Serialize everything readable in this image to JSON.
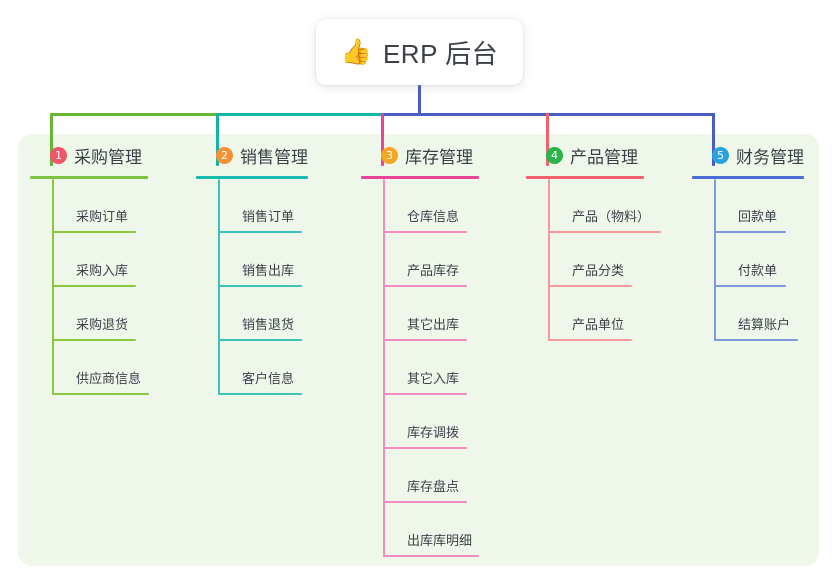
{
  "root": {
    "icon": "thumbs-up-emoji",
    "emoji": "👍",
    "title": "ERP 后台"
  },
  "panel": {
    "background_color": "#eef7ea"
  },
  "connectors": {
    "root_stem_color": "#4a5bc4",
    "bus_segment_colors": [
      "#63b733",
      "#12b5a5",
      "#4a5bc4"
    ],
    "drop_colors": [
      "#63b733",
      "#12b5a5",
      "#e8459a",
      "#f2626c",
      "#4a5bc4"
    ]
  },
  "columns": [
    {
      "number": "1",
      "title": "采购管理",
      "badge_color": "#f2556a",
      "rule_color": "#7dc242",
      "line_color": "#8cc63f",
      "rule_width": 118,
      "spine_height": 196,
      "items": [
        {
          "label": "采购订单",
          "rule_width": 84
        },
        {
          "label": "采购入库",
          "rule_width": 84
        },
        {
          "label": "采购退货",
          "rule_width": 84
        },
        {
          "label": "供应商信息",
          "rule_width": 97
        }
      ]
    },
    {
      "number": "2",
      "title": "销售管理",
      "badge_color": "#f59035",
      "rule_color": "#18bdb0",
      "line_color": "#3fc1b5",
      "rule_width": 112,
      "spine_height": 196,
      "items": [
        {
          "label": "销售订单",
          "rule_width": 84
        },
        {
          "label": "销售出库",
          "rule_width": 84
        },
        {
          "label": "销售退货",
          "rule_width": 84
        },
        {
          "label": "客户信息",
          "rule_width": 84
        }
      ]
    },
    {
      "number": "3",
      "title": "库存管理",
      "badge_color": "#f5a623",
      "rule_color": "#e8459a",
      "line_color": "#f08cc0",
      "rule_width": 118,
      "spine_height": 358,
      "items": [
        {
          "label": "仓库信息",
          "rule_width": 84
        },
        {
          "label": "产品库存",
          "rule_width": 84
        },
        {
          "label": "其它出库",
          "rule_width": 84
        },
        {
          "label": "其它入库",
          "rule_width": 84
        },
        {
          "label": "库存调拨",
          "rule_width": 84
        },
        {
          "label": "库存盘点",
          "rule_width": 84
        },
        {
          "label": "出库库明细",
          "rule_width": 96
        }
      ]
    },
    {
      "number": "4",
      "title": "产品管理",
      "badge_color": "#2bb34a",
      "rule_color": "#f2626c",
      "line_color": "#f49a9f",
      "rule_width": 118,
      "spine_height": 142,
      "items": [
        {
          "label": "产品（物料）",
          "rule_width": 113
        },
        {
          "label": "产品分类",
          "rule_width": 84
        },
        {
          "label": "产品单位",
          "rule_width": 84
        }
      ]
    },
    {
      "number": "5",
      "title": "财务管理",
      "badge_color": "#29a3dc",
      "rule_color": "#4a6fd4",
      "line_color": "#7e9ade",
      "rule_width": 112,
      "spine_height": 142,
      "items": [
        {
          "label": "回款单",
          "rule_width": 72
        },
        {
          "label": "付款单",
          "rule_width": 72
        },
        {
          "label": "结算账户",
          "rule_width": 84
        }
      ]
    }
  ]
}
